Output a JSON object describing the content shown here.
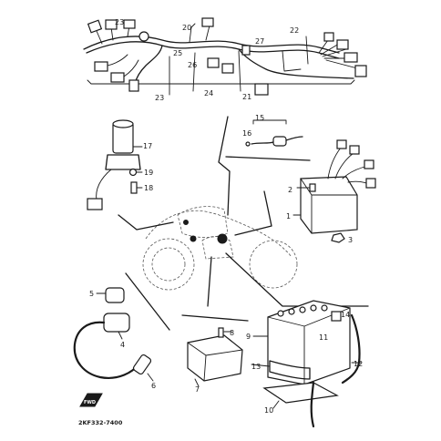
{
  "diagram": {
    "part_numbers": {
      "p1": "1",
      "p2": "2",
      "p3": "3",
      "p4": "4",
      "p5": "5",
      "p6": "6",
      "p7": "7",
      "p8": "8",
      "p9": "9",
      "p10": "10",
      "p11": "11",
      "p12": "12",
      "p13": "13",
      "p14": "14",
      "p15": "15",
      "p16": "16",
      "p17": "17",
      "p18": "18",
      "p19": "19",
      "p20": "20",
      "p21": "21",
      "p22": "22",
      "p23a": "23",
      "p23b": "23",
      "p24": "24",
      "p25": "25",
      "p26": "26",
      "p27": "27"
    },
    "front_marker": "FWD",
    "drawing_code": "2KF332-7400"
  }
}
